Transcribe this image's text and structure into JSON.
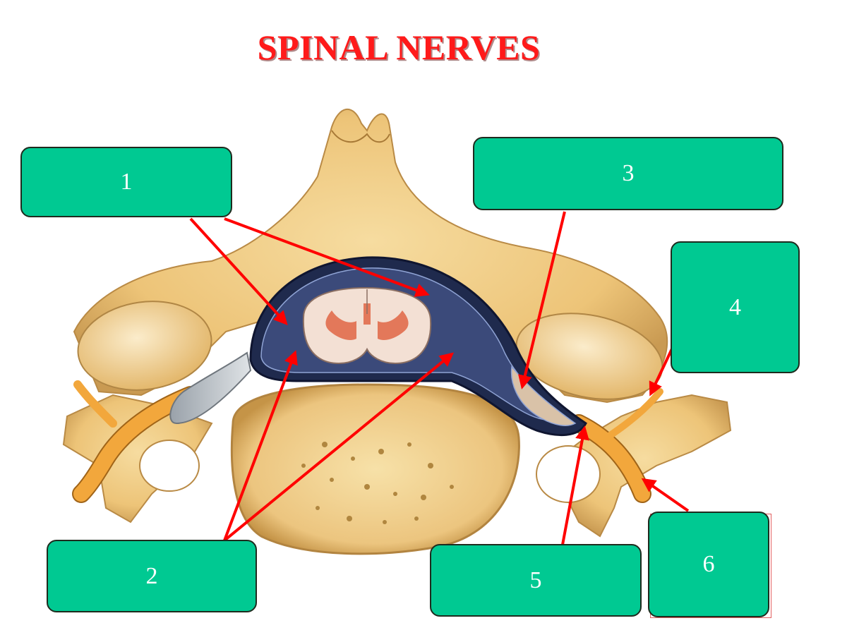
{
  "title": "SPINAL NERVES",
  "colors": {
    "title": "#ff1a1a",
    "label_box": "#00c992",
    "pointer": "#ff0000",
    "bone": "#f0c97b",
    "nerve": "#f2a73c",
    "cord_white": "#f3e0d4",
    "cord_gray": "#e3785a",
    "meninges": "#1f2a4d"
  },
  "labels": [
    {
      "id": "1",
      "text": "1"
    },
    {
      "id": "2",
      "text": "2"
    },
    {
      "id": "3",
      "text": "3"
    },
    {
      "id": "4",
      "text": "4"
    },
    {
      "id": "5",
      "text": "5"
    },
    {
      "id": "6",
      "text": "6"
    }
  ]
}
